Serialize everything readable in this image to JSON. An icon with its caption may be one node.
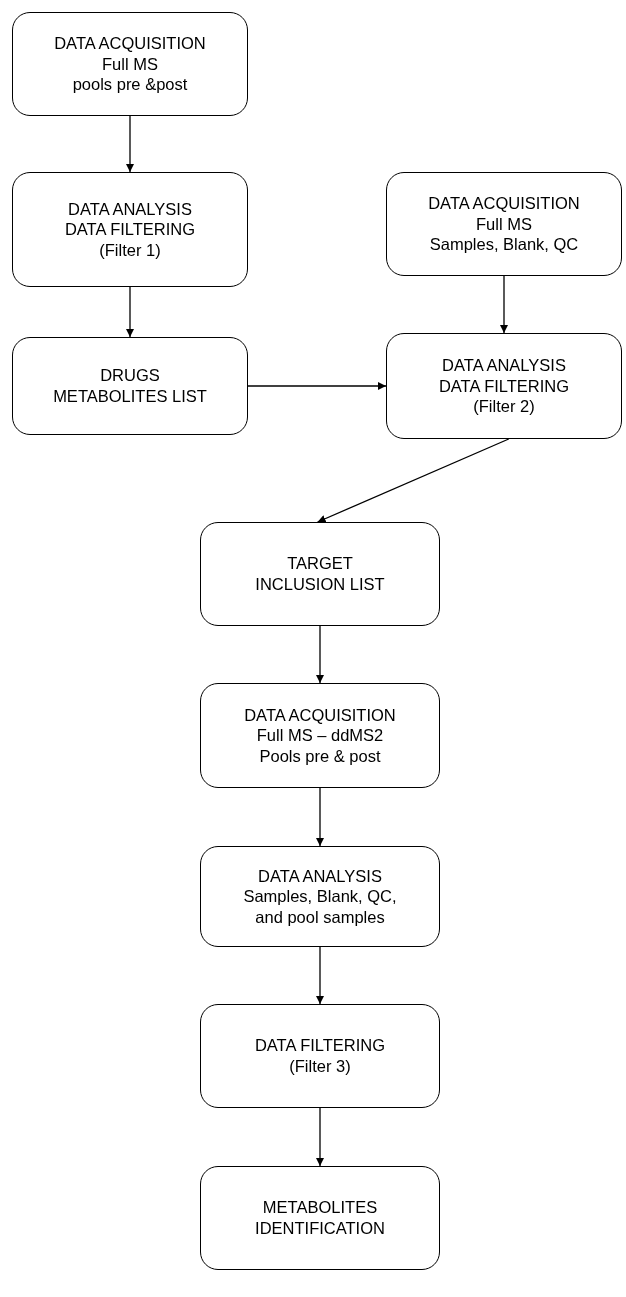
{
  "diagram": {
    "nodes": [
      {
        "text": [
          "DATA ACQUISITION",
          "Full MS",
          "pools pre &post"
        ]
      },
      {
        "text": [
          "DATA ANALYSIS",
          "DATA FILTERING",
          "(Filter 1)"
        ]
      },
      {
        "text": [
          "DATA ACQUISITION",
          "Full MS",
          "Samples, Blank, QC"
        ]
      },
      {
        "text": [
          "DRUGS",
          "METABOLITES LIST"
        ]
      },
      {
        "text": [
          "DATA ANALYSIS",
          "DATA FILTERING",
          "(Filter 2)"
        ]
      },
      {
        "text": [
          "TARGET",
          "INCLUSION LIST"
        ]
      },
      {
        "text": [
          "DATA ACQUISITION",
          "Full MS – ddMS2",
          "Pools pre & post"
        ]
      },
      {
        "text": [
          "DATA ANALYSIS",
          "Samples, Blank, QC,",
          "and pool samples"
        ]
      },
      {
        "text": [
          "DATA FILTERING",
          "(Filter 3)"
        ]
      },
      {
        "text": [
          "METABOLITES",
          "IDENTIFICATION"
        ]
      }
    ],
    "edges": [
      {
        "from": 0,
        "to": 1,
        "arrow": "to"
      },
      {
        "from": 1,
        "to": 3,
        "arrow": "to"
      },
      {
        "from": 2,
        "to": 4,
        "arrow": "to"
      },
      {
        "from": 3,
        "to": 4,
        "arrow": "to"
      },
      {
        "from": 4,
        "to": 5,
        "arrow": "to"
      },
      {
        "from": 5,
        "to": 6,
        "arrow": "to"
      },
      {
        "from": 6,
        "to": 7,
        "arrow": "to"
      },
      {
        "from": 7,
        "to": 8,
        "arrow": "to"
      },
      {
        "from": 8,
        "to": 9,
        "arrow": "to"
      }
    ]
  }
}
